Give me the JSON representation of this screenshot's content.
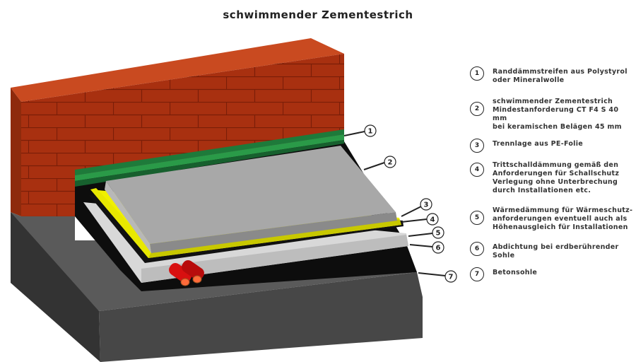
{
  "title": "schwimmender Zementestrich",
  "colors": {
    "brick": "#a83010",
    "edge_strip": "#1e7a3a",
    "screed": "#a8a8a8",
    "pe_foil": "#111111",
    "impact_insulation": "#e8e800",
    "thermal_insulation": "#dcdcdc",
    "waterproofing": "#0d0d0d",
    "base_slab": "#474747",
    "pipes": "#d81010"
  },
  "callouts": [
    {
      "num": "1"
    },
    {
      "num": "2"
    },
    {
      "num": "3"
    },
    {
      "num": "4"
    },
    {
      "num": "5"
    },
    {
      "num": "6"
    },
    {
      "num": "7"
    }
  ],
  "legend": [
    {
      "num": "1",
      "text": "Randdämmstreifen aus Polystyrol\noder Mineralwolle"
    },
    {
      "num": "2",
      "text": "schwimmender Zementestrich\nMindestanforderung CT F4 S 40 mm\nbei keramischen Belägen 45 mm"
    },
    {
      "num": "3",
      "text": "Trennlage aus PE-Folie"
    },
    {
      "num": "4",
      "text": "Trittschalldämmung gemäß den\nAnforderungen für Schallschutz\nVerlegung ohne Unterbrechung\ndurch Installationen etc."
    },
    {
      "num": "5",
      "text": "Wärmedämmung für Wärmeschutz-\nanforderungen eventuell auch als\nHöhenausgleich für Installationen"
    },
    {
      "num": "6",
      "text": "Abdichtung bei erdberührender\nSohle"
    },
    {
      "num": "7",
      "text": "Betonsohle"
    }
  ]
}
